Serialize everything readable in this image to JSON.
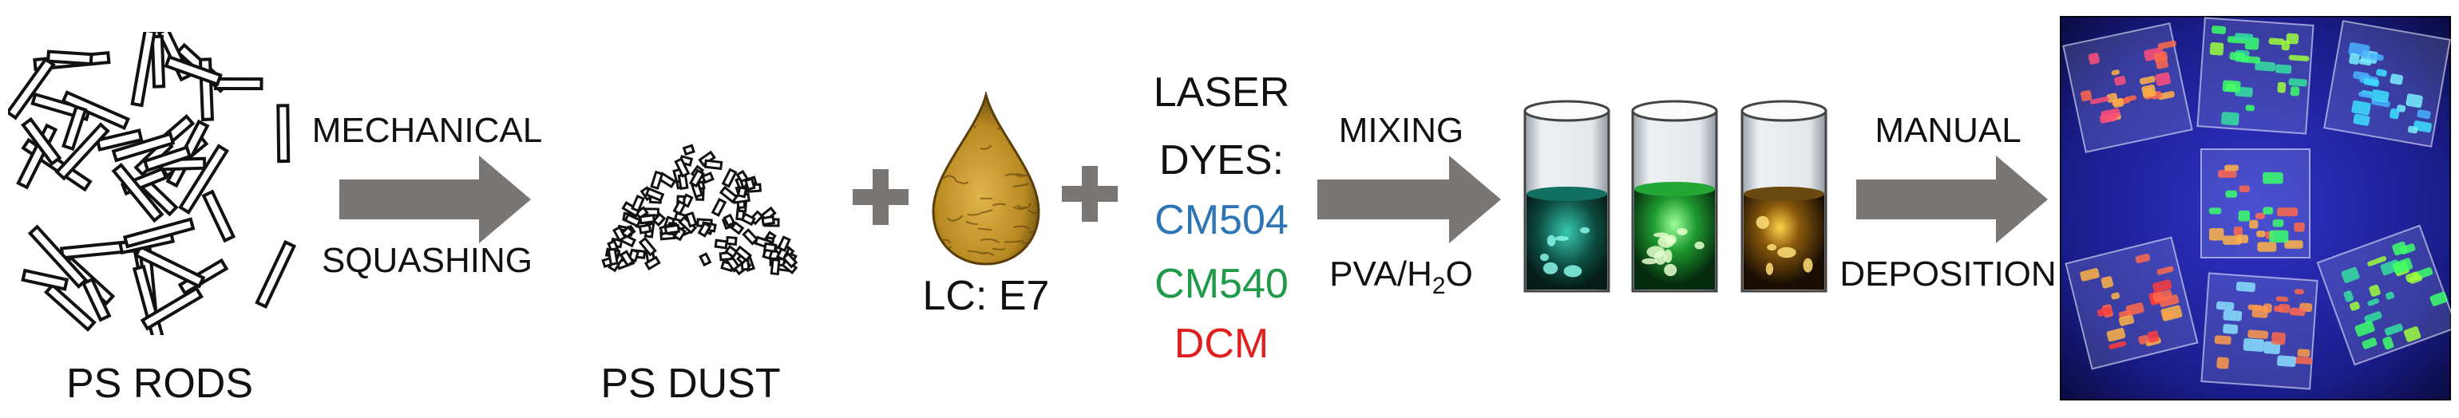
{
  "labels": {
    "ps_rods": "PS RODS",
    "mechanical": "MECHANICAL",
    "squashing": "SQUASHING",
    "ps_dust": "PS DUST",
    "lc_e7": "LC: E7",
    "laser": "LASER",
    "dyes": "DYES:",
    "dye_1": "CM504",
    "dye_2": "CM540",
    "dye_3": "DCM",
    "mixing": "MIXING",
    "pva_prefix": "PVA/H",
    "pva_sub": "2",
    "pva_suffix": "O",
    "manual": "MANUAL",
    "deposition": "DEPOSITION"
  },
  "colors": {
    "arrow": "#7a7674",
    "dye_1": "#2e75b6",
    "dye_2": "#1f9a48",
    "dye_3": "#e0201f",
    "droplet": "#c89a2c",
    "photo_bg": "#1a1c8a"
  },
  "icons": {
    "rods": "polystyrene-rods-icon",
    "dust": "polystyrene-dust-pile-icon",
    "plus": "plus-icon",
    "droplet": "liquid-crystal-droplet-icon",
    "vials": "vials-icon",
    "photo": "fluorescent-samples-photo",
    "arrow": "process-arrow-icon"
  }
}
